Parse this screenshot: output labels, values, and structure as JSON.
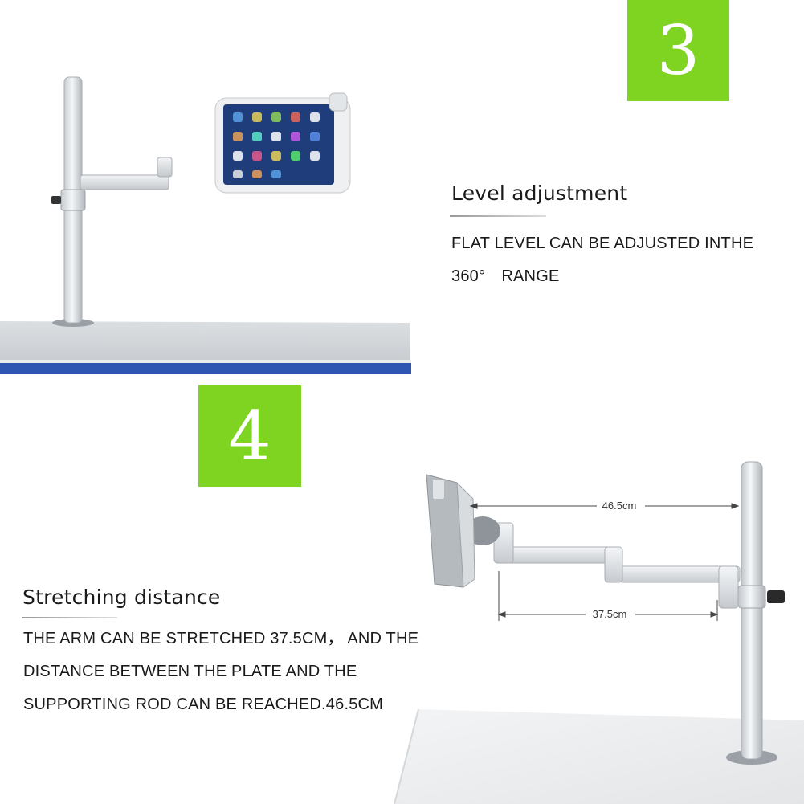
{
  "section3": {
    "badge": "3",
    "heading": "Level adjustment",
    "lines": [
      "FLAT LEVEL CAN BE ADJUSTED INTHE",
      "360°　RANGE"
    ]
  },
  "section4": {
    "badge": "4",
    "heading": "Stretching distance",
    "lines": [
      "THE ARM CAN BE STRETCHED 37.5CM， AND THE",
      "DISTANCE BETWEEN THE PLATE AND THE",
      "SUPPORTING ROD CAN BE REACHED.46.5CM"
    ]
  },
  "dimensions": {
    "plate_to_rod": "46.5cm",
    "arm_stretch": "37.5cm"
  },
  "colors": {
    "badge": "#7fd321",
    "divider_blue": "#2f55b3"
  }
}
